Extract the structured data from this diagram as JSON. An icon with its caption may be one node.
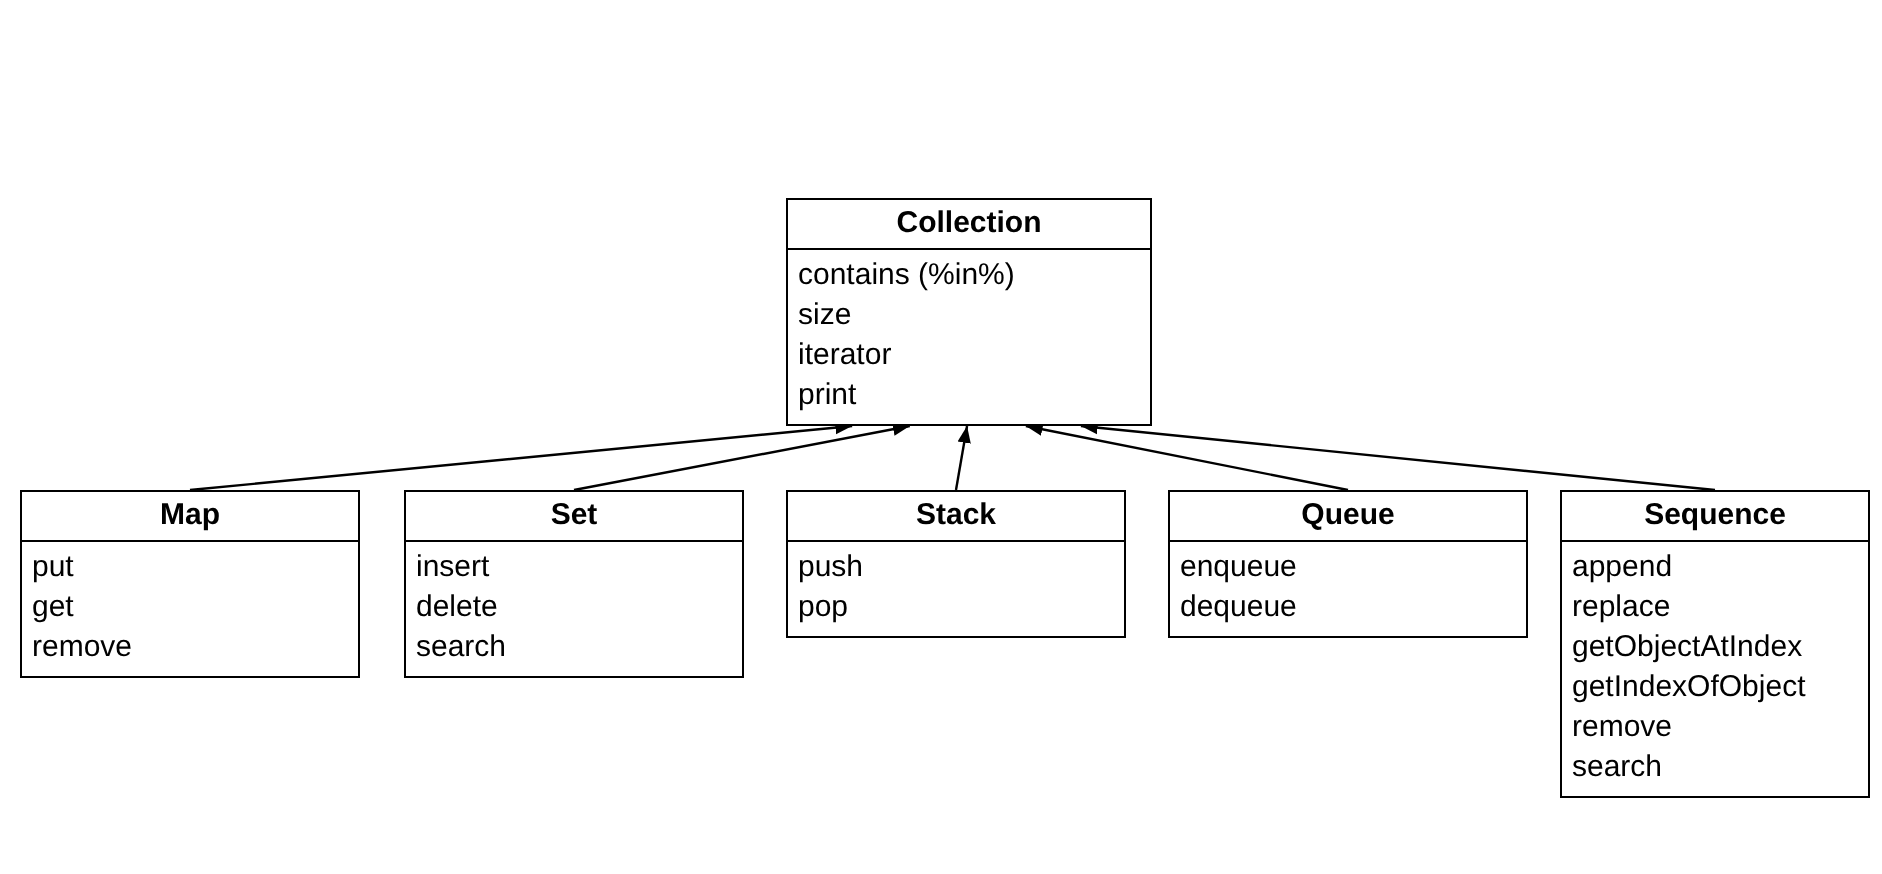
{
  "diagram": {
    "nodes": [
      {
        "text": [
          "Collection",
          "contains (%in%)",
          "size",
          "iterator",
          "print"
        ]
      },
      {
        "text": [
          "Map",
          "put",
          "get",
          "remove"
        ]
      },
      {
        "text": [
          "Set",
          "insert",
          "delete",
          "search"
        ]
      },
      {
        "text": [
          "Stack",
          "push",
          "pop"
        ]
      },
      {
        "text": [
          "Queue",
          "enqueue",
          "dequeue"
        ]
      },
      {
        "text": [
          "Sequence",
          "append",
          "replace",
          "getObjectAtIndex",
          "getIndexOfObject",
          "remove",
          "search"
        ]
      }
    ],
    "edges": [
      {
        "from": 1,
        "to": 0,
        "arrow": "to"
      },
      {
        "from": 2,
        "to": 0,
        "arrow": "to"
      },
      {
        "from": 3,
        "to": 0,
        "arrow": "to"
      },
      {
        "from": 4,
        "to": 0,
        "arrow": "to"
      },
      {
        "from": 5,
        "to": 0,
        "arrow": "to"
      }
    ]
  }
}
